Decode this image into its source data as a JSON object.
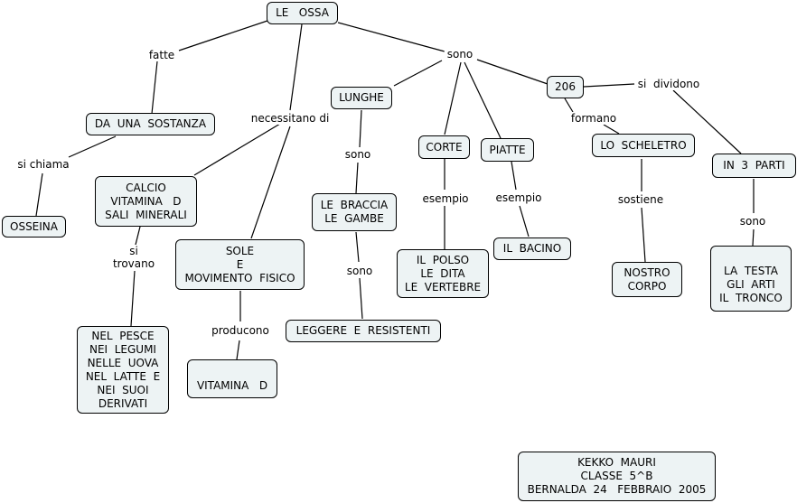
{
  "nodes": {
    "ossa": "LE   OSSA",
    "sostanza": "DA  UNA  SOSTANZA",
    "osseina": "OSSEINA",
    "calcio": "CALCIO\nVITAMINA   D\nSALI  MINERALI",
    "sole": "SOLE\nE\nMOVIMENTO  FISICO",
    "vitamina": "VITAMINA   D",
    "pesce": "NEL  PESCE\nNEI  LEGUMI\nNELLE  UOVA\nNEL  LATTE  E\nNEI  SUOI\nDERIVATI",
    "lunghe": "LUNGHE",
    "braccia": "LE  BRACCIA\nLE  GAMBE",
    "leggere": "LEGGERE  E  RESISTENTI",
    "corte": "CORTE",
    "polso": "IL  POLSO\nLE  DITA\nLE  VERTEBRE",
    "piatte": "PIATTE",
    "bacino": "IL  BACINO",
    "n206": "206",
    "scheletro": "LO  SCHELETRO",
    "corpo": "NOSTRO\nCORPO",
    "parti": "IN  3  PARTI",
    "testa": "LA  TESTA\nGLI  ARTI\nIL  TRONCO",
    "author": "KEKKO  MAURI\nCLASSE  5^B\nBERNALDA  24   FEBBRAIO  2005"
  },
  "labels": {
    "fatte": "fatte",
    "si_chiama": "si chiama",
    "necessitano": "necessitano di",
    "si_trovano": "si\ntrovano",
    "producono": "producono",
    "sono_main": "sono",
    "sono_lunghe": "sono",
    "sono_braccia": "sono",
    "esempio_corte": "esempio",
    "esempio_piatte": "esempio",
    "formano": "formano",
    "sostiene": "sostiene",
    "si_dividono": "si  dividono",
    "sono_parti": "sono"
  }
}
